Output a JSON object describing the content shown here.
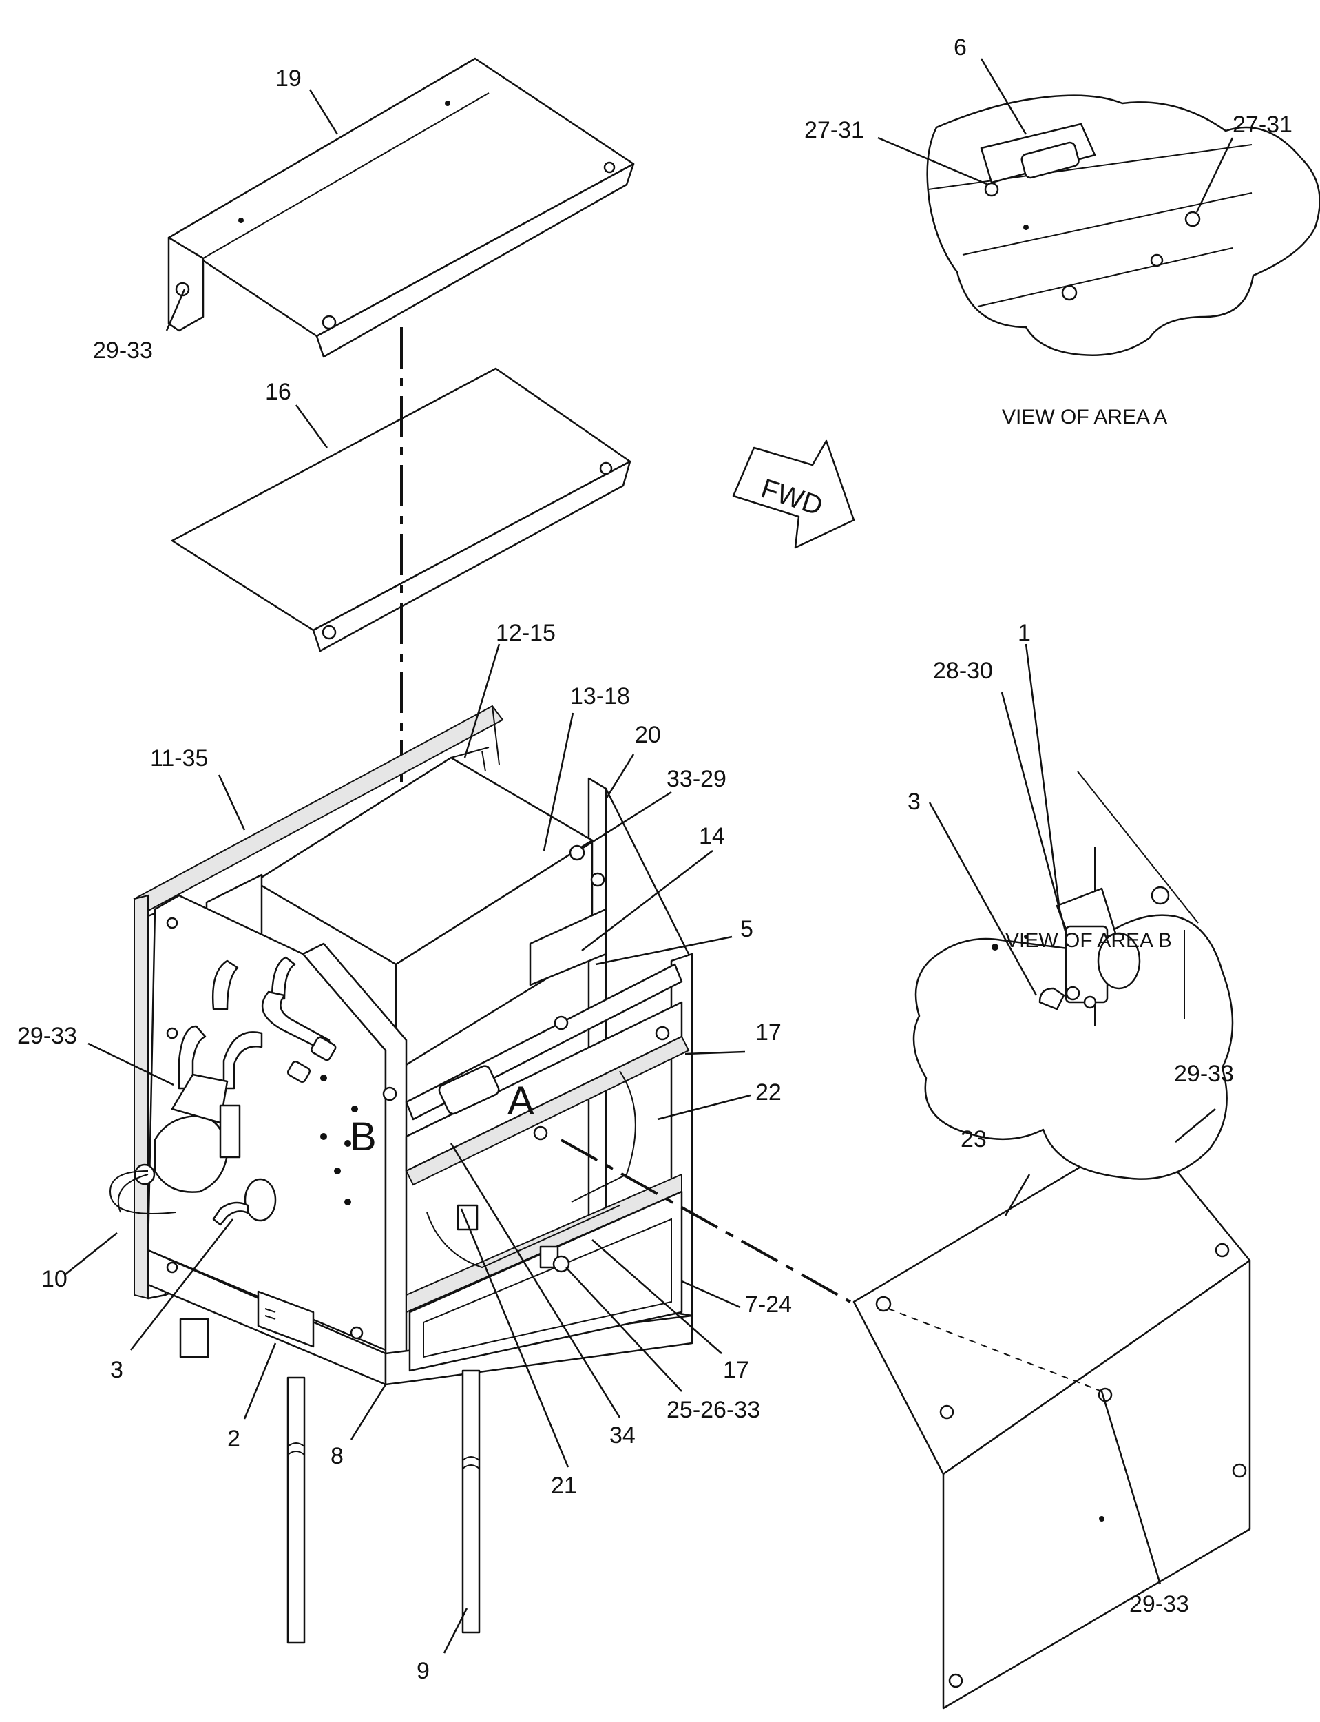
{
  "labels": {
    "l19": "19",
    "l29_33_a": "29-33",
    "l16": "16",
    "l6": "6",
    "l27_31_a": "27-31",
    "l27_31_b": "27-31",
    "l12_15": "12-15",
    "l13_18": "13-18",
    "l11_35": "11-35",
    "l20": "20",
    "l33_29": "33-29",
    "l14": "14",
    "l5": "5",
    "l17_a": "17",
    "l22": "22",
    "l29_33_b": "29-33",
    "l10": "10",
    "l3_a": "3",
    "l2": "2",
    "l8": "8",
    "l9": "9",
    "l21": "21",
    "l34": "34",
    "l25_26_33": "25-26-33",
    "l17_b": "17",
    "l7_24": "7-24",
    "l23": "23",
    "l29_33_c": "29-33",
    "l29_33_d": "29-33",
    "l1": "1",
    "l28_30": "28-30",
    "l3_b": "3"
  },
  "views": {
    "area_a": "VIEW OF AREA A",
    "area_b": "VIEW OF AREA B"
  },
  "markers": {
    "a": "A",
    "b": "B"
  },
  "arrow": {
    "fwd": "FWD"
  }
}
